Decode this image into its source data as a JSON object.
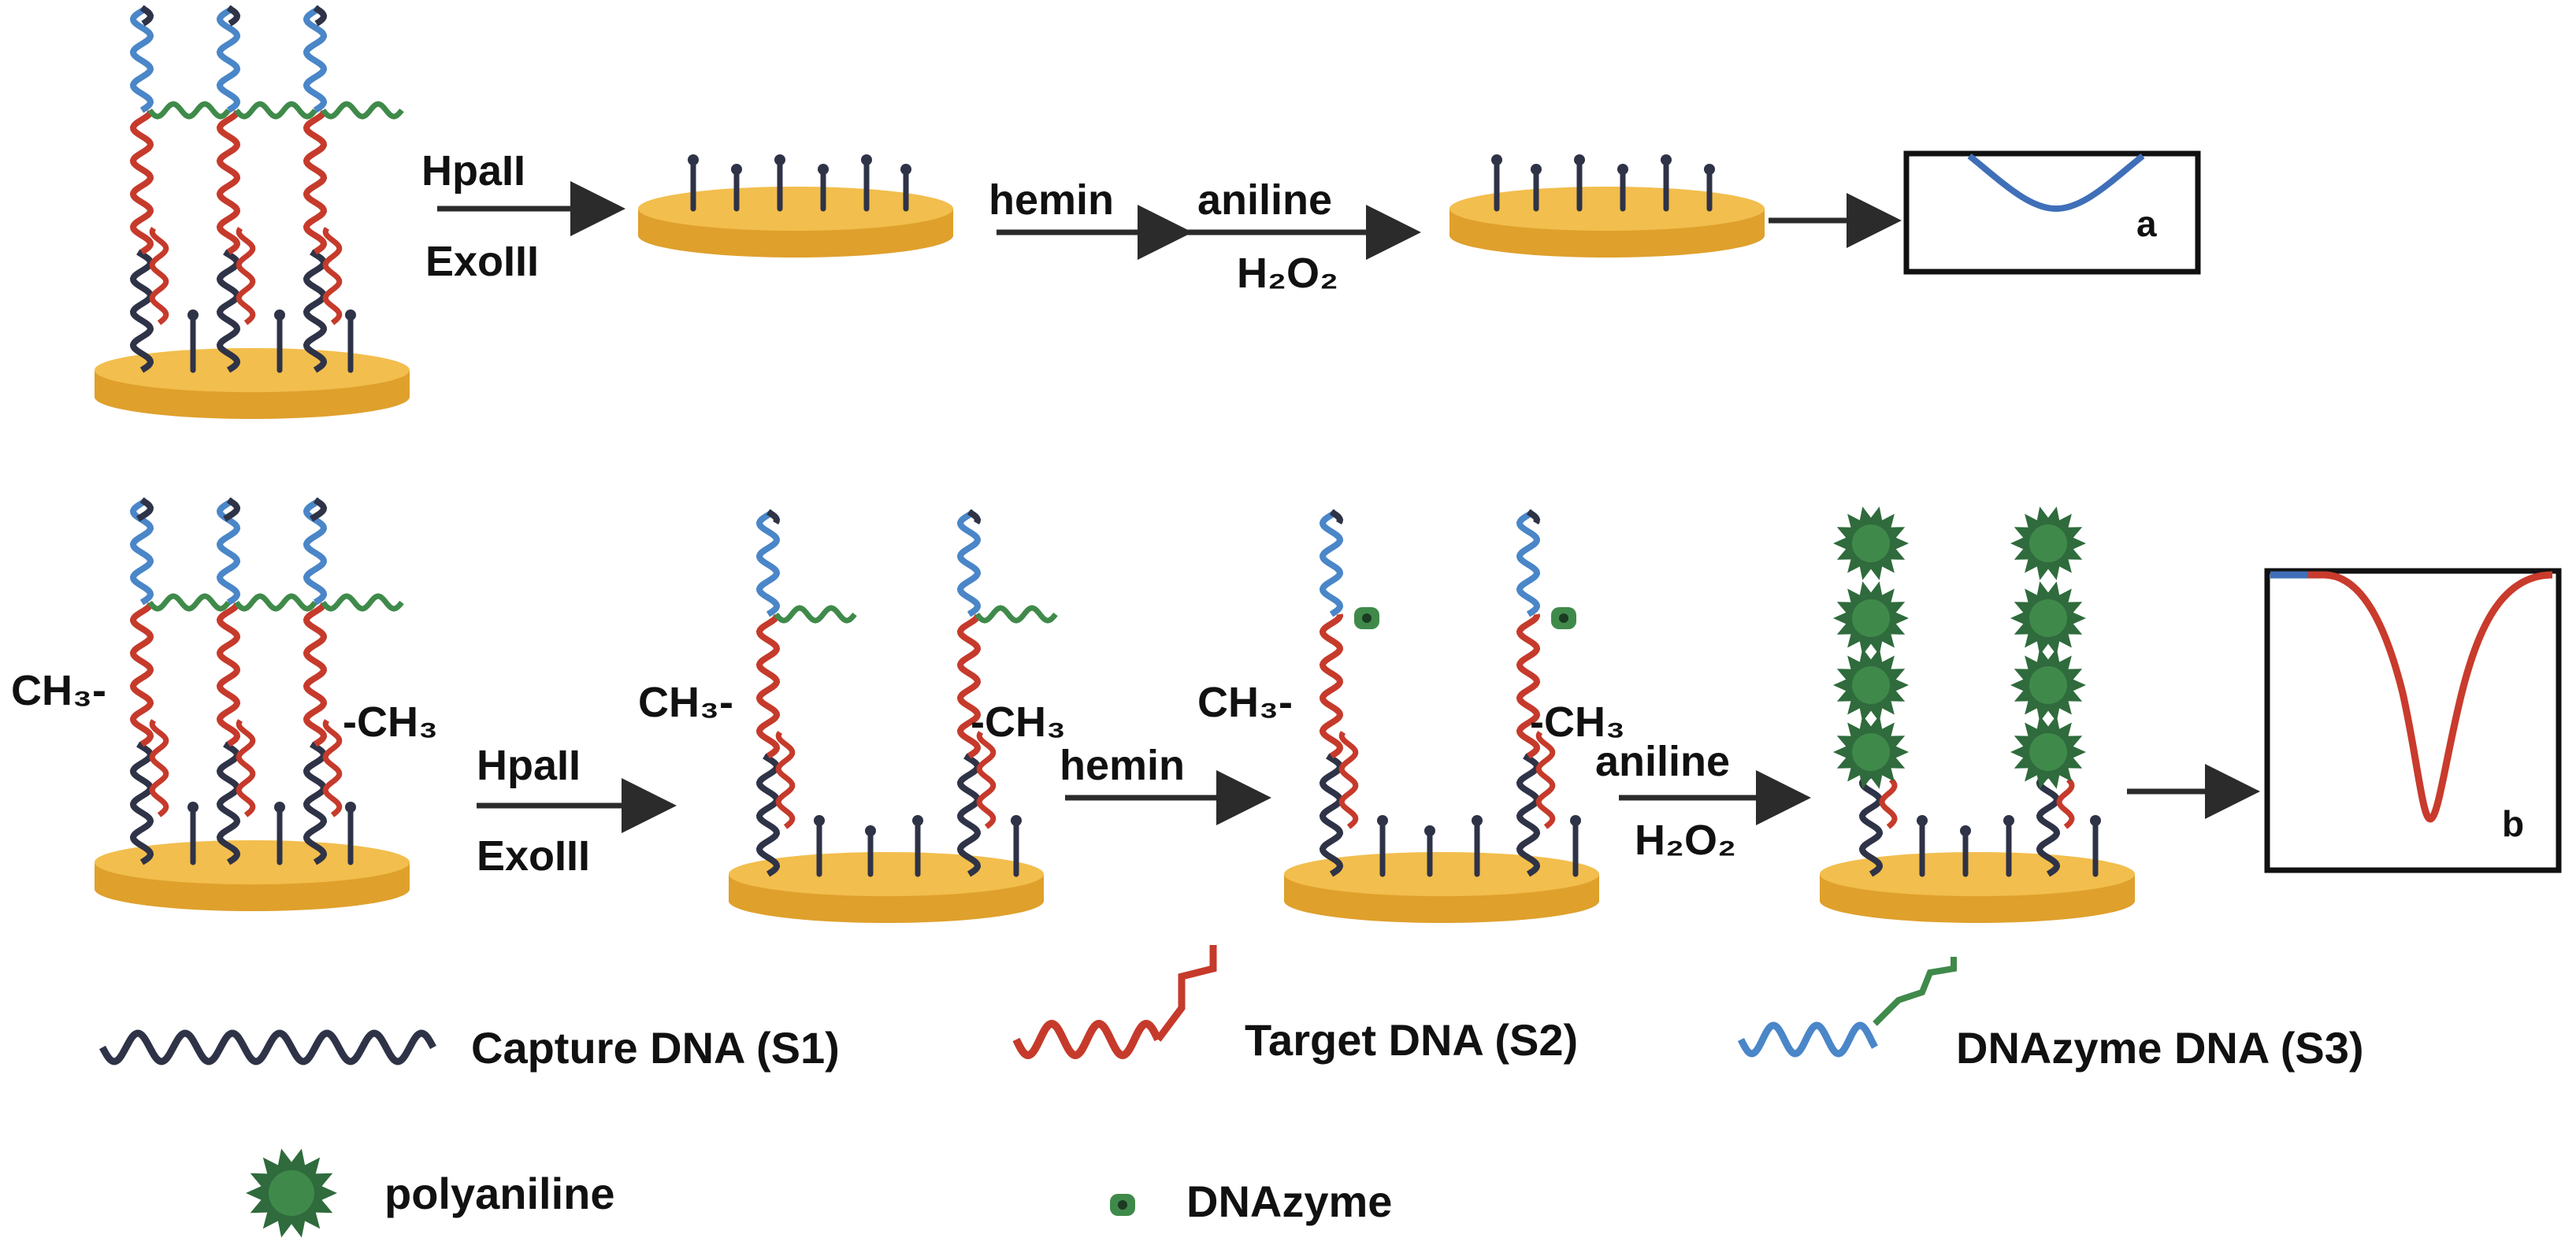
{
  "colors": {
    "capture": "#2f3347",
    "target": "#c63a2b",
    "dnazyme_strand": "#4a86c8",
    "dnazyme_tail": "#3f8a4a",
    "electrode_top": "#f2be4d",
    "electrode_side": "#dfa02c",
    "polyaniline": "#2f6b3c",
    "arrow": "#2b2b2b"
  },
  "row_a": {
    "step1_enzyme": "HpaII",
    "step1_exo": "ExoIII",
    "step2_reagent": "hemin",
    "step3_reagent": "aniline",
    "step3_oxidant": "H₂O₂",
    "panel_label": "a"
  },
  "row_b": {
    "methyl_left_1": "CH₃-",
    "methyl_right_1": "-CH₃",
    "step1_enzyme": "HpaII",
    "step1_exo": "ExoIII",
    "methyl_left_2": "CH₃-",
    "methyl_right_2": "-CH₃",
    "step2_reagent": "hemin",
    "methyl_left_3": "CH₃-",
    "methyl_right_3": "-CH₃",
    "step3_reagent": "aniline",
    "step3_oxidant": "H₂O₂",
    "panel_label": "b"
  },
  "legend": {
    "capture": "Capture DNA (S1)",
    "target": "Target DNA (S2)",
    "dnazyme_dna": "DNAzyme DNA (S3)",
    "polyaniline": "polyaniline",
    "dnazyme": "DNAzyme"
  },
  "icons": {
    "electrode": "gold-electrode-disk-icon",
    "helix": "dna-helix-icon",
    "arrow": "reaction-arrow-icon",
    "polyaniline": "polyaniline-cluster-icon",
    "dnazyme": "dnazyme-icon"
  }
}
